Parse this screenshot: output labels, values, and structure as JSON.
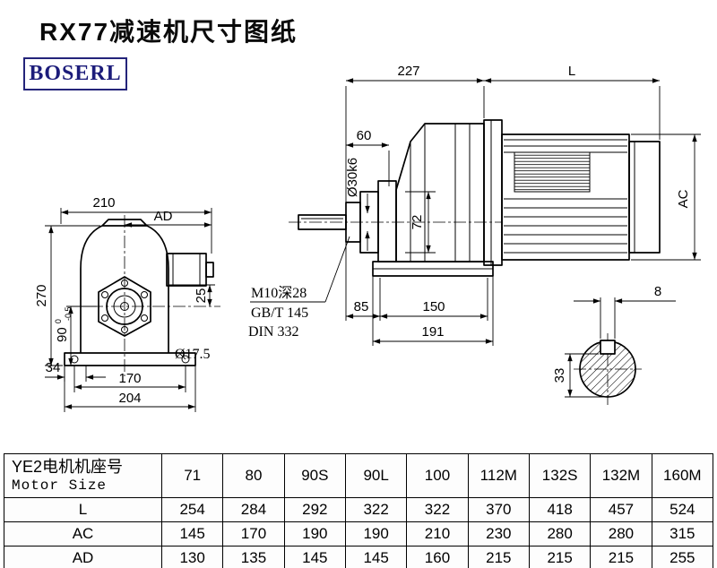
{
  "title": "RX77减速机尺寸图纸",
  "logo": {
    "text": "BOSERL",
    "color": "#1c1c7a"
  },
  "front_view": {
    "dim_210": "210",
    "dim_AD": "AD",
    "dim_270": "270",
    "dim_90": "90",
    "dim_90_tol_upper": "0",
    "dim_90_tol_lower": "-0.5",
    "dim_34": "34",
    "dim_25": "25",
    "dim_hole": "Ø17.5",
    "dim_170": "170",
    "dim_204": "204"
  },
  "side_view": {
    "dim_227": "227",
    "dim_L": "L",
    "dim_60": "60",
    "dim_shaft": "Ø30k6",
    "dim_72": "72",
    "dim_AC": "AC",
    "note_tap": "M10深28",
    "note_gb": "GB/T 145",
    "note_din": "DIN 332",
    "dim_85": "85",
    "dim_150": "150",
    "dim_191": "191"
  },
  "shaft_detail": {
    "dim_key_width": "8",
    "dim_key_depth": "33"
  },
  "table": {
    "header_cn": "YE2电机机座号",
    "header_en": "Motor Size",
    "columns": [
      "71",
      "80",
      "90S",
      "90L",
      "100",
      "112M",
      "132S",
      "132M",
      "160M"
    ],
    "rows": [
      {
        "label": "L",
        "values": [
          "254",
          "284",
          "292",
          "322",
          "322",
          "370",
          "418",
          "457",
          "524"
        ]
      },
      {
        "label": "AC",
        "values": [
          "145",
          "170",
          "190",
          "190",
          "210",
          "230",
          "280",
          "280",
          "315"
        ]
      },
      {
        "label": "AD",
        "values": [
          "130",
          "135",
          "145",
          "145",
          "160",
          "215",
          "215",
          "215",
          "255"
        ]
      }
    ]
  }
}
